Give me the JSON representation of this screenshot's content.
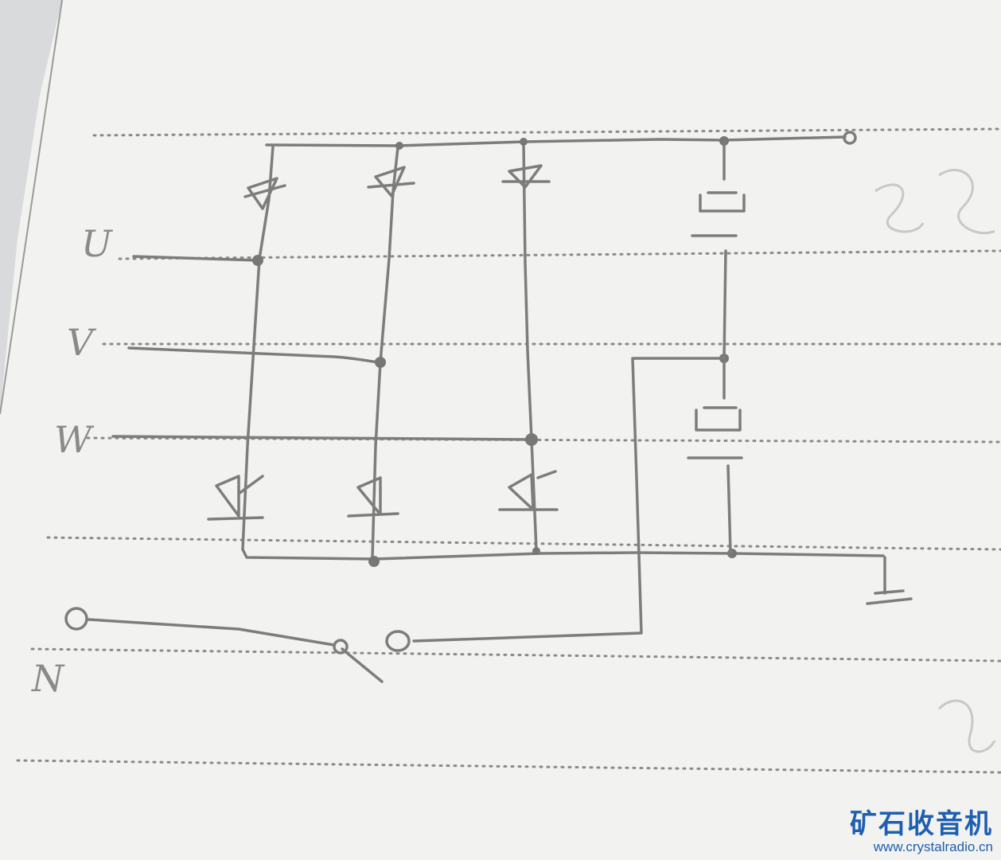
{
  "labels": {
    "phase_u": "U",
    "phase_v": "V",
    "phase_w": "W",
    "neutral": "N"
  },
  "watermark": {
    "site_name": "矿石收音机",
    "url": "www.crystalradio.cn"
  },
  "colors": {
    "paper": "#f3f3f1",
    "pencil": "#7d7d7d",
    "rule_line": "#8a8a8a",
    "watermark": "#1e5fb0"
  }
}
